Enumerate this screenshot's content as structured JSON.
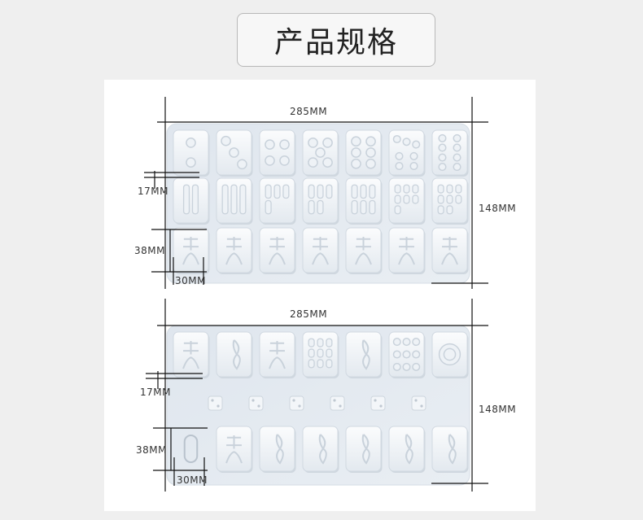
{
  "title": "产品规格",
  "mold_top": {
    "width_label": "285MM",
    "height_label": "148MM",
    "gap_label": "17MM",
    "tile_height_label": "38MM",
    "tile_width_label": "30MM",
    "rows": [
      [
        "circles-2",
        "circles-3",
        "circles-4",
        "circles-5",
        "circles-6",
        "circles-7",
        "circles-8"
      ],
      [
        "bamboo-2",
        "bamboo-3",
        "bamboo-4",
        "bamboo-5",
        "bamboo-6",
        "bamboo-7",
        "bamboo-8"
      ],
      [
        "character-2",
        "character-3",
        "character-4",
        "character-5",
        "character-6",
        "character-7",
        "character-8"
      ]
    ]
  },
  "mold_bottom": {
    "width_label": "285MM",
    "height_label": "148MM",
    "gap_label": "17MM",
    "tile_height_label": "38MM",
    "tile_width_label": "30MM",
    "row1": [
      "fa",
      "bird",
      "zhong",
      "bamboo-9",
      "flower-1",
      "circles-9",
      "circles-1"
    ],
    "dice_count": 6,
    "row2": [
      "oval",
      "fa",
      "flower-2",
      "flower-3",
      "flower-4",
      "flower-5",
      "flower-6"
    ]
  }
}
